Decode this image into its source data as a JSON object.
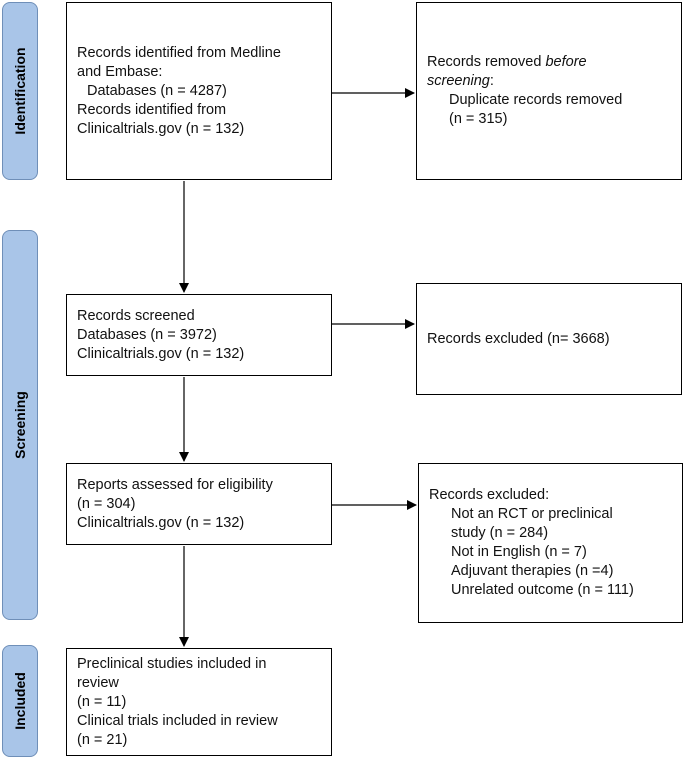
{
  "phases": {
    "identification": "Identification",
    "screening": "Screening",
    "included": "Included"
  },
  "identification": {
    "records_identified_line1": "Records identified from Medline",
    "records_identified_line2": "and Embase:",
    "databases": "Databases (n = 4287)",
    "clinicaltrials_line1": "Records identified from",
    "clinicaltrials_line2": "Clinicaltrials.gov (n = 132)"
  },
  "removed": {
    "title_plain": "Records removed ",
    "title_italic_1": "before",
    "title_italic_2": "screening",
    "title_colon": ":",
    "duplicates": "Duplicate records removed",
    "duplicates_n": "(n = 315)"
  },
  "screened": {
    "title": "Records screened",
    "databases": "Databases (n = 3972)",
    "clinicaltrials": "Clinicaltrials.gov (n = 132)"
  },
  "excluded_screening": {
    "text": "Records excluded (n= 3668)"
  },
  "eligibility": {
    "title": "Reports assessed for eligibility",
    "n": "(n = 304)",
    "clinicaltrials": "Clinicaltrials.gov (n = 132)"
  },
  "excluded_eligibility": {
    "title": "Records excluded:",
    "reason1_line1": "Not an RCT or preclinical",
    "reason1_line2": "study (n = 284)",
    "reason2": "Not in English (n = 7)",
    "reason3": "Adjuvant therapies (n =4)",
    "reason4": "Unrelated outcome (n = 111)"
  },
  "included": {
    "preclinical_line1": "Preclinical studies included in",
    "preclinical_line2": "review",
    "preclinical_n": "(n = 11)",
    "clinical_line1": "Clinical trials included in review",
    "clinical_n": "(n = 21)"
  }
}
